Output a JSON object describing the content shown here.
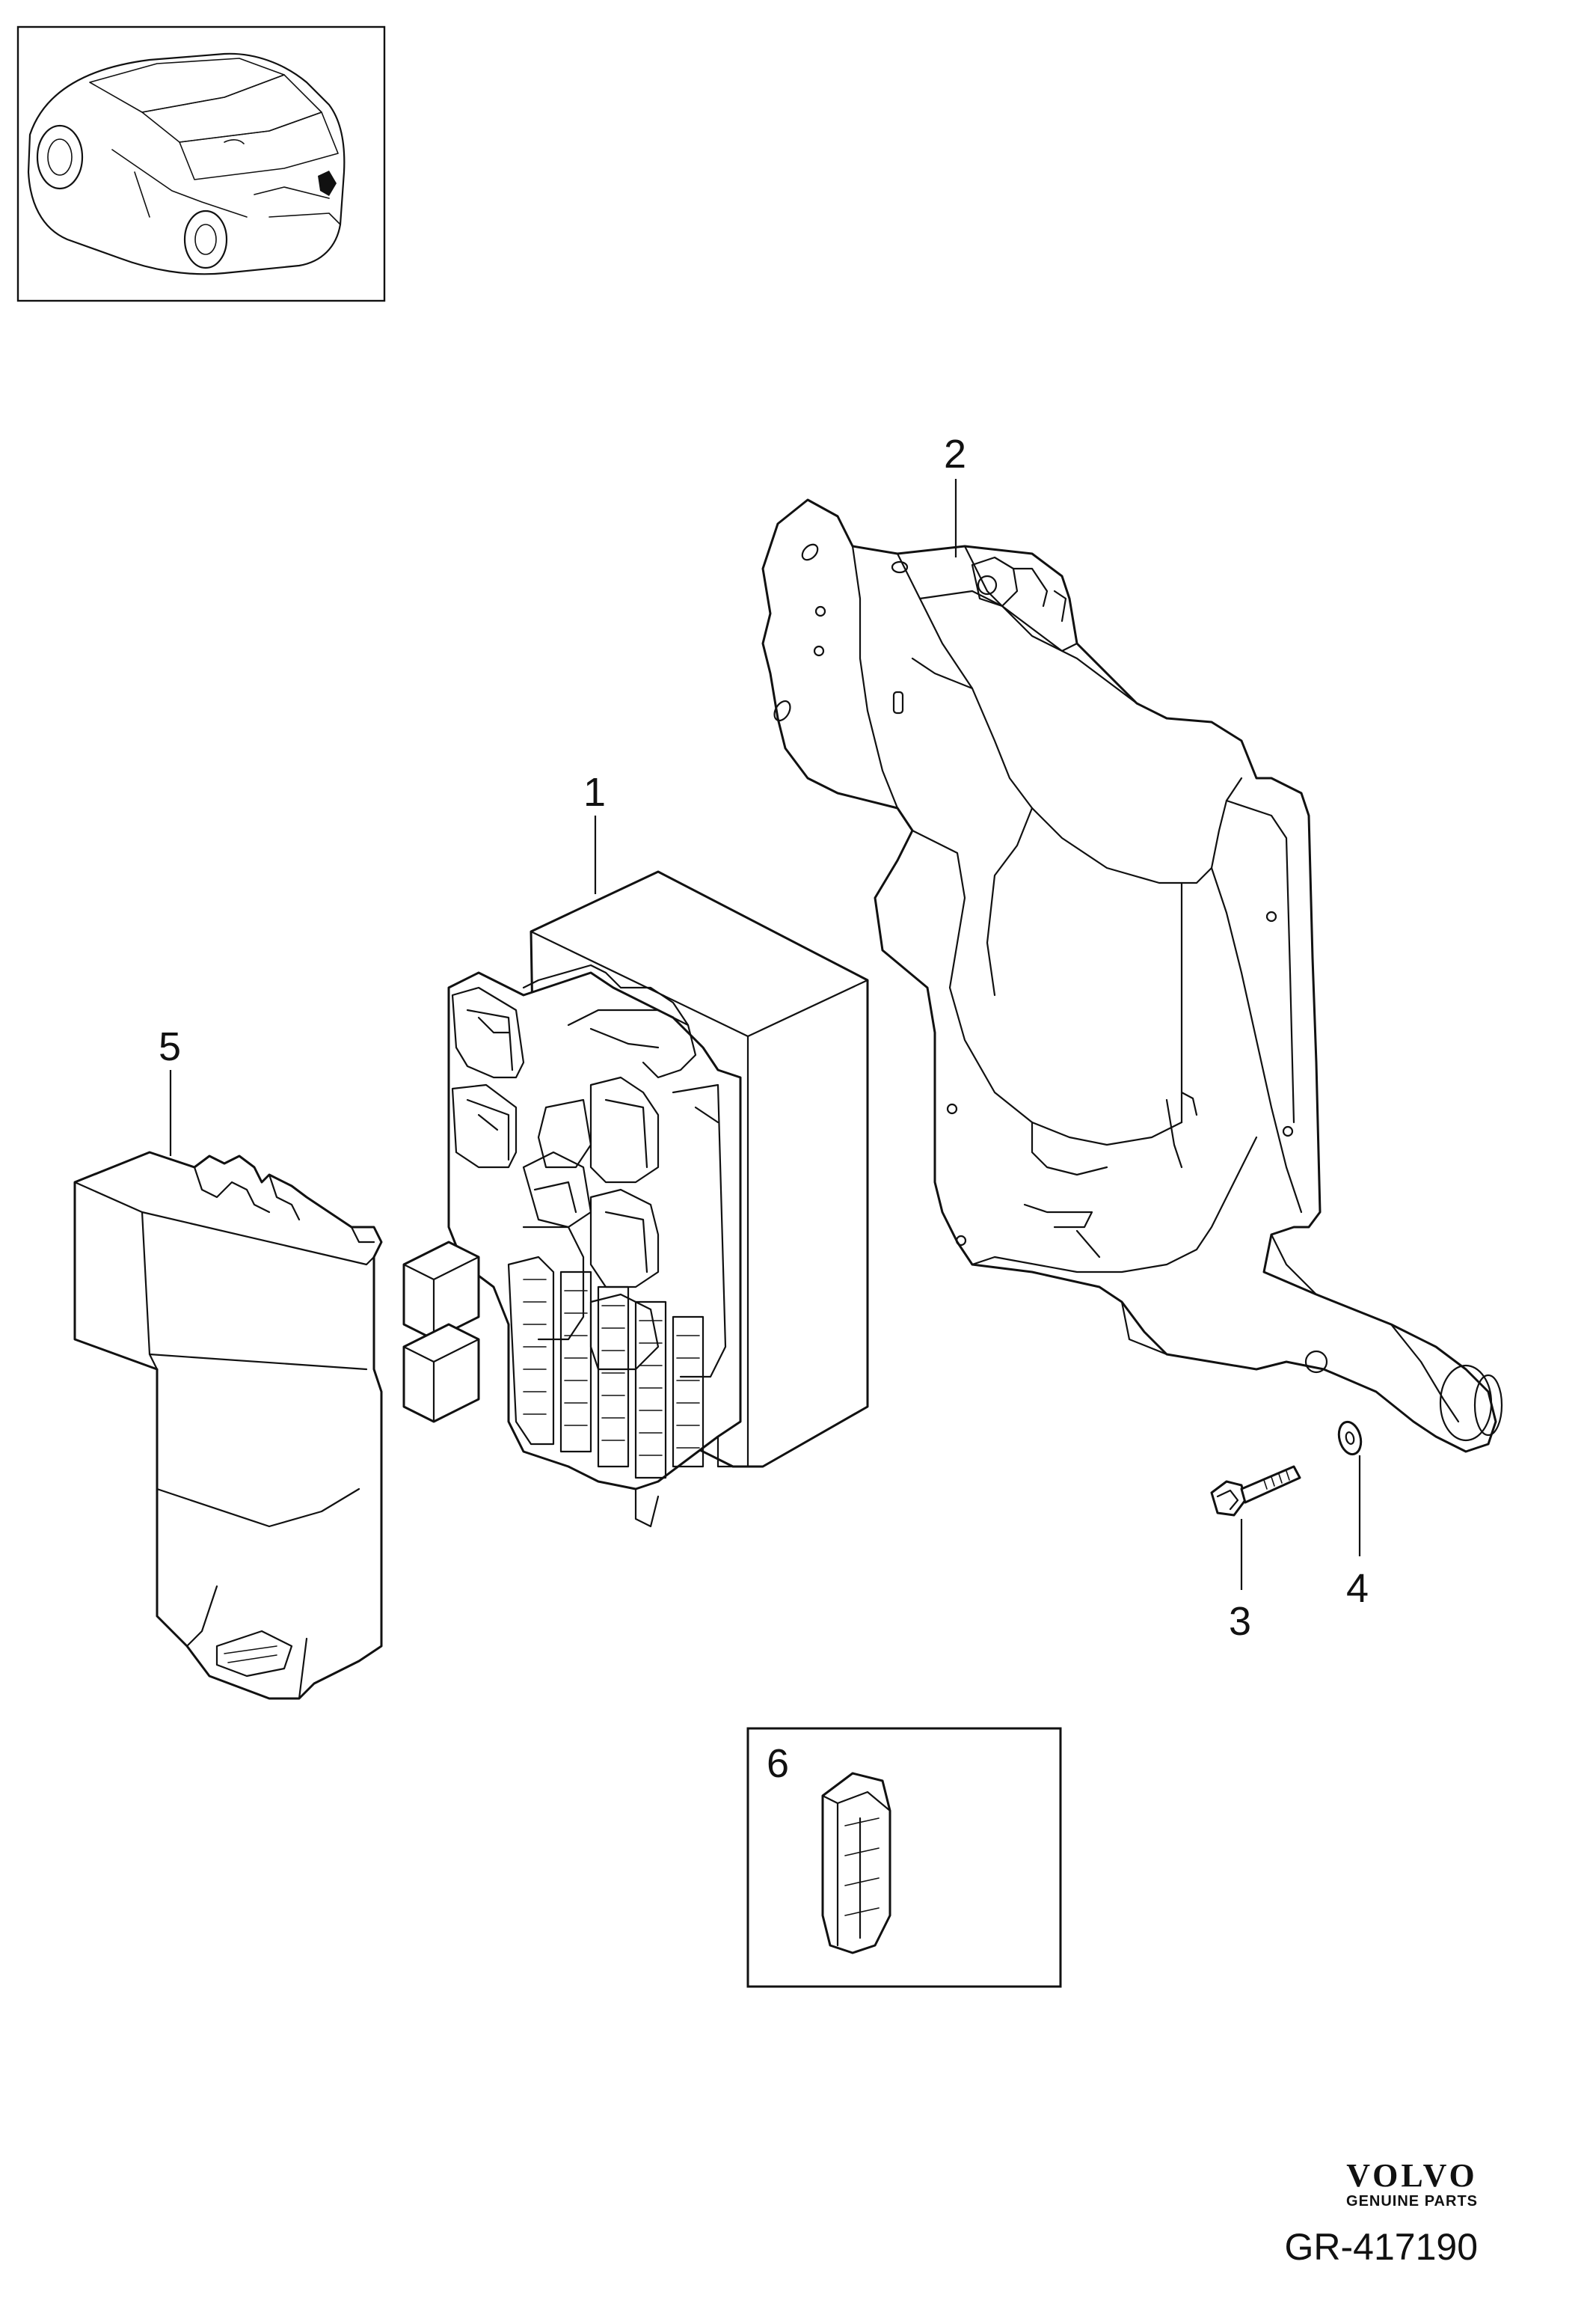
{
  "callouts": {
    "c1": "1",
    "c2": "2",
    "c3": "3",
    "c4": "4",
    "c5": "5",
    "c6": "6"
  },
  "brand": {
    "name": "VOLVO",
    "subtitle": "GENUINE PARTS"
  },
  "reference": "GR-417190"
}
